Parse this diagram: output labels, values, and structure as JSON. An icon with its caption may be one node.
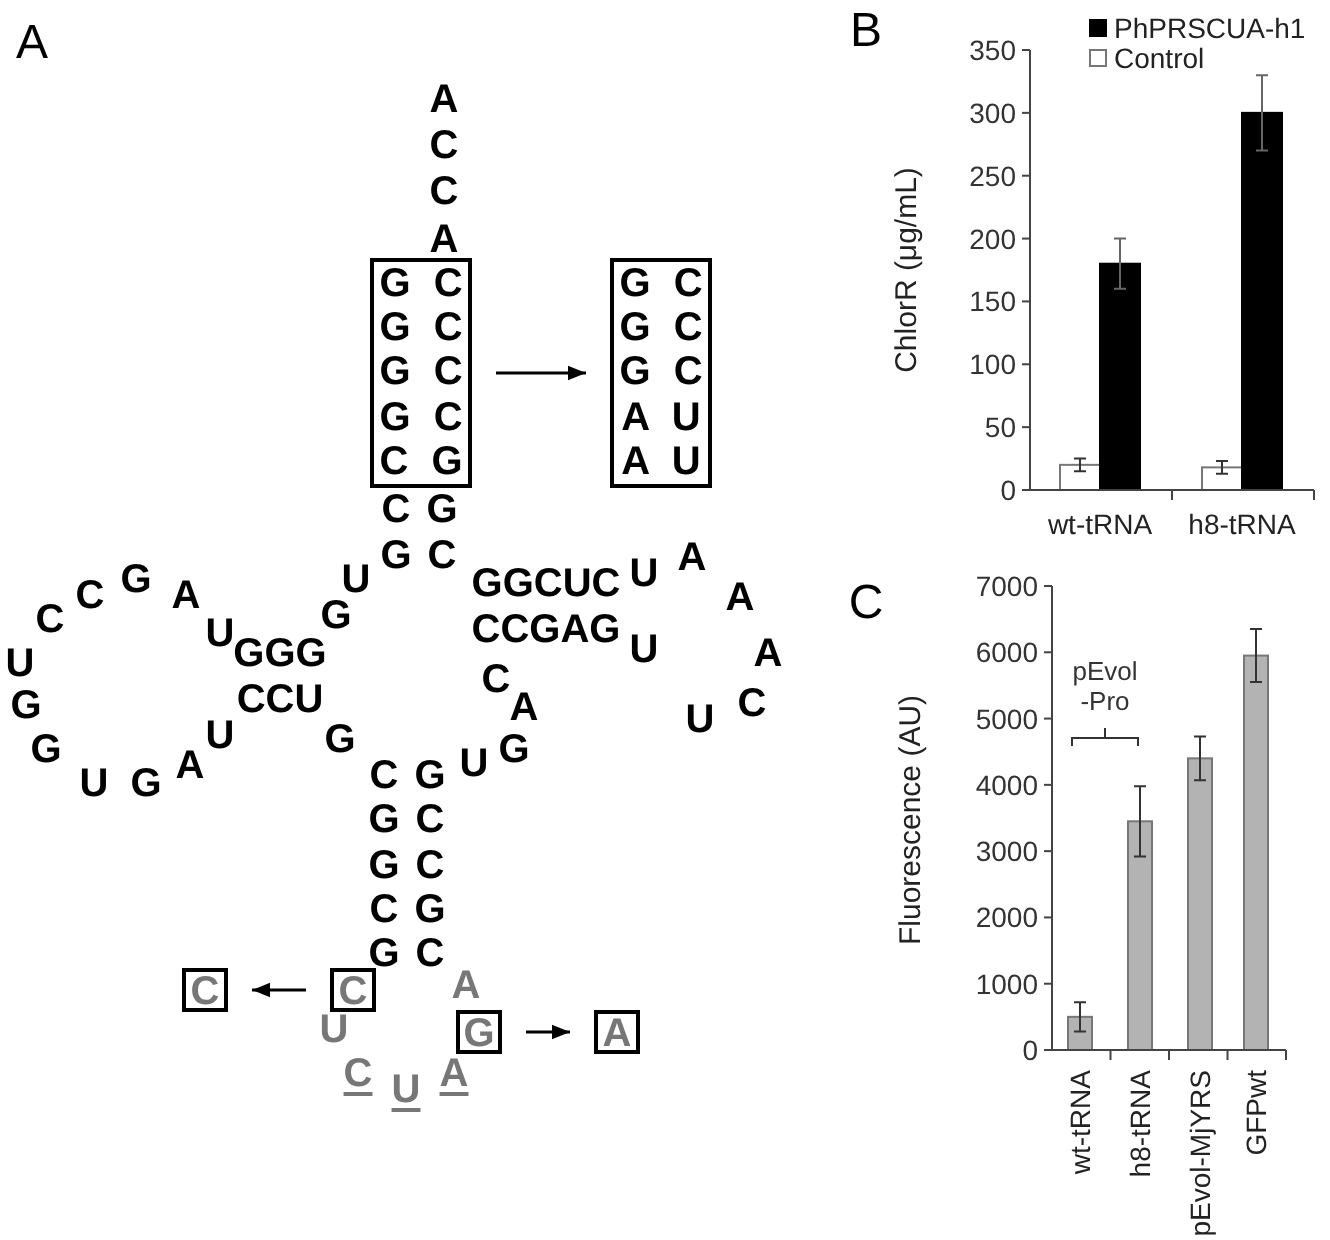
{
  "diagram": {
    "nodes": [
      {
        "text": [
          "G C",
          "G C",
          "G C",
          "G C",
          "C G"
        ]
      },
      {
        "text": [
          "G C",
          "G C",
          "G C",
          "A U",
          "A U"
        ]
      },
      {
        "text": [
          "C"
        ]
      },
      {
        "text": [
          "C"
        ]
      },
      {
        "text": [
          "G"
        ]
      },
      {
        "text": [
          "A"
        ]
      }
    ],
    "edges": [
      {
        "from": 0,
        "to": 1,
        "arrow": "to"
      },
      {
        "from": 3,
        "to": 2,
        "arrow": "to"
      },
      {
        "from": 4,
        "to": 5,
        "arrow": "to"
      }
    ],
    "labels": [
      "A",
      "B",
      "C",
      "A",
      "C",
      "C",
      "A",
      "C",
      "G",
      "G",
      "C",
      "C",
      "G",
      "A",
      "U",
      "GGCUC",
      "U",
      "A",
      "A",
      "C",
      "U",
      "G",
      "CCGAG",
      "U",
      "GGG",
      "U",
      "A",
      "G",
      "CCU",
      "C",
      "A",
      "U",
      "C",
      "G",
      "U",
      "G",
      "G",
      "U",
      "G",
      "A",
      "C",
      "G",
      "U",
      "G",
      "C",
      "G",
      "C",
      "C",
      "G",
      "G",
      "C",
      "A",
      "U",
      "C",
      "U",
      "A"
    ],
    "chart_data": [
      {
        "type": "bar",
        "ylabel": "ChlorR (μg/mL)",
        "categories": [
          "wt-tRNA",
          "h8-tRNA"
        ],
        "ylim": [
          0,
          350
        ],
        "yticks": [
          0,
          50,
          100,
          150,
          200,
          250,
          300,
          350
        ],
        "legend": "top right",
        "series": [
          {
            "name": "Control",
            "color": "#ffffff",
            "values": [
              20,
              18
            ],
            "errors": [
              5,
              5
            ]
          },
          {
            "name": "PhPRSCUA-h1",
            "color": "#000000",
            "values": [
              180,
              300
            ],
            "errors": [
              20,
              30
            ]
          }
        ]
      },
      {
        "type": "bar",
        "ylabel": "Fluorescence (AU)",
        "categories": [
          "wt-tRNA",
          "h8-tRNA",
          "pEvol-MjYRS",
          "GFPwt"
        ],
        "ylim": [
          0,
          7000
        ],
        "yticks": [
          0,
          1000,
          2000,
          3000,
          4000,
          5000,
          6000,
          7000
        ],
        "series": [
          {
            "color": "#b3b3b3",
            "values": [
              500,
              3450,
              4400,
              5950
            ],
            "errors": [
              220,
              530,
              330,
              400
            ]
          }
        ],
        "annotations": [
          {
            "text": "pEvol -Pro"
          }
        ]
      }
    ]
  }
}
